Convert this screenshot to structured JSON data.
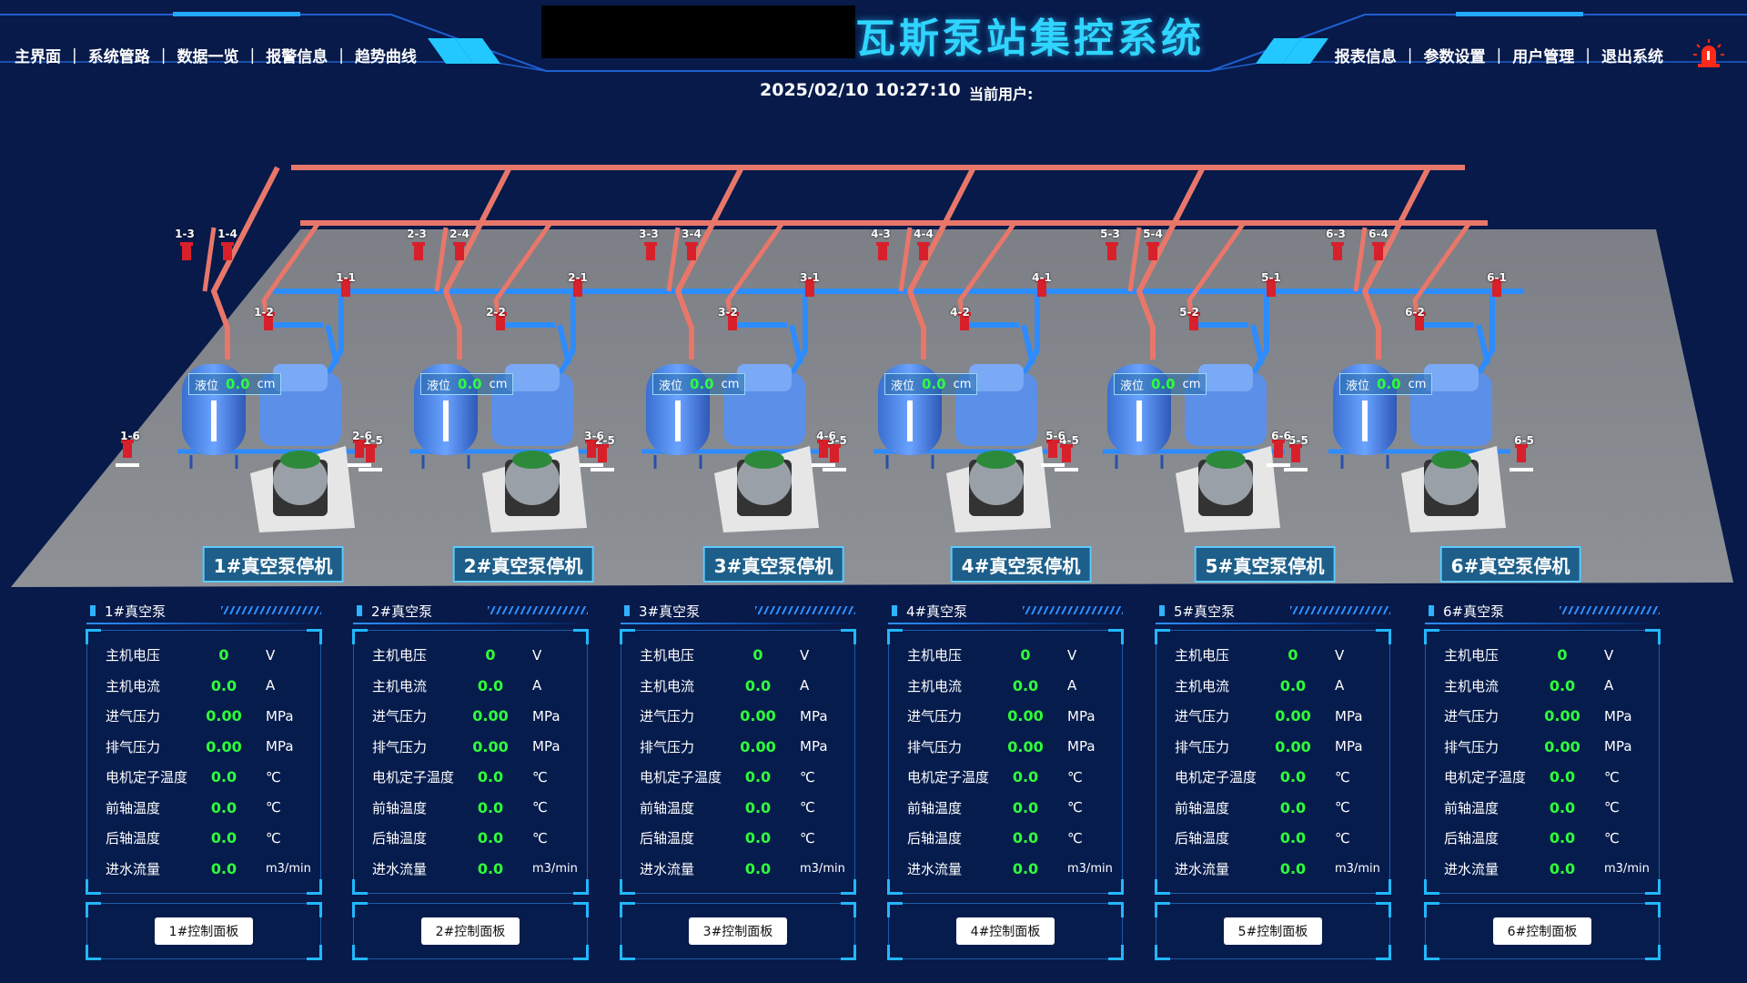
{
  "header": {
    "title": "瓦斯泵站集控系统",
    "datetime": "2025/02/10 10:27:10",
    "current_user_label": "当前用户:",
    "nav_left": [
      "主界面",
      "系统管路",
      "数据一览",
      "报警信息",
      "趋势曲线"
    ],
    "nav_right": [
      "报表信息",
      "参数设置",
      "用户管理",
      "退出系统"
    ]
  },
  "colors": {
    "accent": "#2fd5ff",
    "value_green": "#2eff3a",
    "background": "#071a4a",
    "gas_pipe": "#e8776a",
    "water_pipe": "#2d8cff",
    "valve": "#d8202a",
    "alarm": "#ff2a1a"
  },
  "icons": {
    "alarm": "alarm-light-icon",
    "valve": "valve-icon"
  },
  "scene": {
    "level_label": "液位",
    "level_unit": "cm",
    "pumps": [
      {
        "status": "1#真空泵停机",
        "level": "0.0",
        "valves": [
          "1-1",
          "1-2",
          "1-3",
          "1-4",
          "1-5",
          "1-6"
        ]
      },
      {
        "status": "2#真空泵停机",
        "level": "0.0",
        "valves": [
          "2-1",
          "2-2",
          "2-3",
          "2-4",
          "2-5",
          "2-6"
        ]
      },
      {
        "status": "3#真空泵停机",
        "level": "0.0",
        "valves": [
          "3-1",
          "3-2",
          "3-3",
          "3-4",
          "3-5",
          "3-6"
        ]
      },
      {
        "status": "4#真空泵停机",
        "level": "0.0",
        "valves": [
          "4-1",
          "4-2",
          "4-3",
          "4-4",
          "4-5",
          "4-6"
        ]
      },
      {
        "status": "5#真空泵停机",
        "level": "0.0",
        "valves": [
          "5-1",
          "5-2",
          "5-3",
          "5-4",
          "5-5",
          "5-6"
        ]
      },
      {
        "status": "6#真空泵停机",
        "level": "0.0",
        "valves": [
          "6-1",
          "6-2",
          "6-3",
          "6-4",
          "6-5",
          "6-6"
        ]
      }
    ]
  },
  "panels": [
    {
      "title": "1#真空泵",
      "control_label": "1#控制面板",
      "rows": [
        {
          "label": "主机电压",
          "value": "0",
          "unit": "V"
        },
        {
          "label": "主机电流",
          "value": "0.0",
          "unit": "A"
        },
        {
          "label": "进气压力",
          "value": "0.00",
          "unit": "MPa"
        },
        {
          "label": "排气压力",
          "value": "0.00",
          "unit": "MPa"
        },
        {
          "label": "电机定子温度",
          "value": "0.0",
          "unit": "℃"
        },
        {
          "label": "前轴温度",
          "value": "0.0",
          "unit": "℃"
        },
        {
          "label": "后轴温度",
          "value": "0.0",
          "unit": "℃"
        },
        {
          "label": "进水流量",
          "value": "0.0",
          "unit": "m3/min"
        }
      ]
    },
    {
      "title": "2#真空泵",
      "control_label": "2#控制面板",
      "rows": [
        {
          "label": "主机电压",
          "value": "0",
          "unit": "V"
        },
        {
          "label": "主机电流",
          "value": "0.0",
          "unit": "A"
        },
        {
          "label": "进气压力",
          "value": "0.00",
          "unit": "MPa"
        },
        {
          "label": "排气压力",
          "value": "0.00",
          "unit": "MPa"
        },
        {
          "label": "电机定子温度",
          "value": "0.0",
          "unit": "℃"
        },
        {
          "label": "前轴温度",
          "value": "0.0",
          "unit": "℃"
        },
        {
          "label": "后轴温度",
          "value": "0.0",
          "unit": "℃"
        },
        {
          "label": "进水流量",
          "value": "0.0",
          "unit": "m3/min"
        }
      ]
    },
    {
      "title": "3#真空泵",
      "control_label": "3#控制面板",
      "rows": [
        {
          "label": "主机电压",
          "value": "0",
          "unit": "V"
        },
        {
          "label": "主机电流",
          "value": "0.0",
          "unit": "A"
        },
        {
          "label": "进气压力",
          "value": "0.00",
          "unit": "MPa"
        },
        {
          "label": "排气压力",
          "value": "0.00",
          "unit": "MPa"
        },
        {
          "label": "电机定子温度",
          "value": "0.0",
          "unit": "℃"
        },
        {
          "label": "前轴温度",
          "value": "0.0",
          "unit": "℃"
        },
        {
          "label": "后轴温度",
          "value": "0.0",
          "unit": "℃"
        },
        {
          "label": "进水流量",
          "value": "0.0",
          "unit": "m3/min"
        }
      ]
    },
    {
      "title": "4#真空泵",
      "control_label": "4#控制面板",
      "rows": [
        {
          "label": "主机电压",
          "value": "0",
          "unit": "V"
        },
        {
          "label": "主机电流",
          "value": "0.0",
          "unit": "A"
        },
        {
          "label": "进气压力",
          "value": "0.00",
          "unit": "MPa"
        },
        {
          "label": "排气压力",
          "value": "0.00",
          "unit": "MPa"
        },
        {
          "label": "电机定子温度",
          "value": "0.0",
          "unit": "℃"
        },
        {
          "label": "前轴温度",
          "value": "0.0",
          "unit": "℃"
        },
        {
          "label": "后轴温度",
          "value": "0.0",
          "unit": "℃"
        },
        {
          "label": "进水流量",
          "value": "0.0",
          "unit": "m3/min"
        }
      ]
    },
    {
      "title": "5#真空泵",
      "control_label": "5#控制面板",
      "rows": [
        {
          "label": "主机电压",
          "value": "0",
          "unit": "V"
        },
        {
          "label": "主机电流",
          "value": "0.0",
          "unit": "A"
        },
        {
          "label": "进气压力",
          "value": "0.00",
          "unit": "MPa"
        },
        {
          "label": "排气压力",
          "value": "0.00",
          "unit": "MPa"
        },
        {
          "label": "电机定子温度",
          "value": "0.0",
          "unit": "℃"
        },
        {
          "label": "前轴温度",
          "value": "0.0",
          "unit": "℃"
        },
        {
          "label": "后轴温度",
          "value": "0.0",
          "unit": "℃"
        },
        {
          "label": "进水流量",
          "value": "0.0",
          "unit": "m3/min"
        }
      ]
    },
    {
      "title": "6#真空泵",
      "control_label": "6#控制面板",
      "rows": [
        {
          "label": "主机电压",
          "value": "0",
          "unit": "V"
        },
        {
          "label": "主机电流",
          "value": "0.0",
          "unit": "A"
        },
        {
          "label": "进气压力",
          "value": "0.00",
          "unit": "MPa"
        },
        {
          "label": "排气压力",
          "value": "0.00",
          "unit": "MPa"
        },
        {
          "label": "电机定子温度",
          "value": "0.0",
          "unit": "℃"
        },
        {
          "label": "前轴温度",
          "value": "0.0",
          "unit": "℃"
        },
        {
          "label": "后轴温度",
          "value": "0.0",
          "unit": "℃"
        },
        {
          "label": "进水流量",
          "value": "0.0",
          "unit": "m3/min"
        }
      ]
    }
  ]
}
